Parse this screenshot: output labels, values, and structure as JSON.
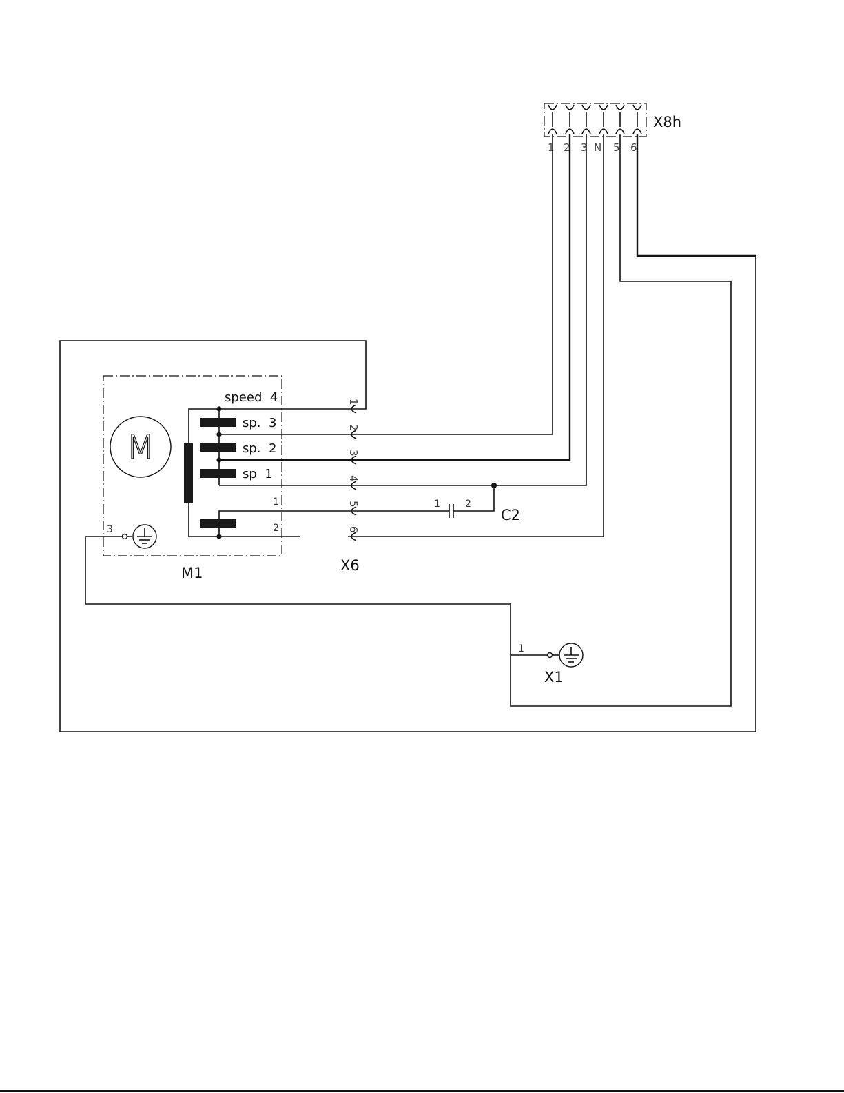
{
  "components": {
    "motor": {
      "symbol": "M",
      "label": "M1"
    },
    "connector_x6": {
      "label": "X6",
      "pins": [
        "1",
        "2",
        "3",
        "4",
        "5",
        "6"
      ]
    },
    "connector_x8h": {
      "label": "X8h",
      "pins": [
        "1",
        "2",
        "3",
        "N",
        "5",
        "6"
      ]
    },
    "capacitor": {
      "label": "C2",
      "pin1": "1",
      "pin2": "2"
    },
    "ground_terminal": {
      "label": "X1",
      "pin": "1"
    }
  },
  "motor_taps": {
    "speed4": "speed  4",
    "sp3": "sp.  3",
    "sp2": "sp.  2",
    "sp1": "sp  1",
    "winding_pin1": "1",
    "winding_pin2": "2",
    "ground_pin": "3"
  }
}
